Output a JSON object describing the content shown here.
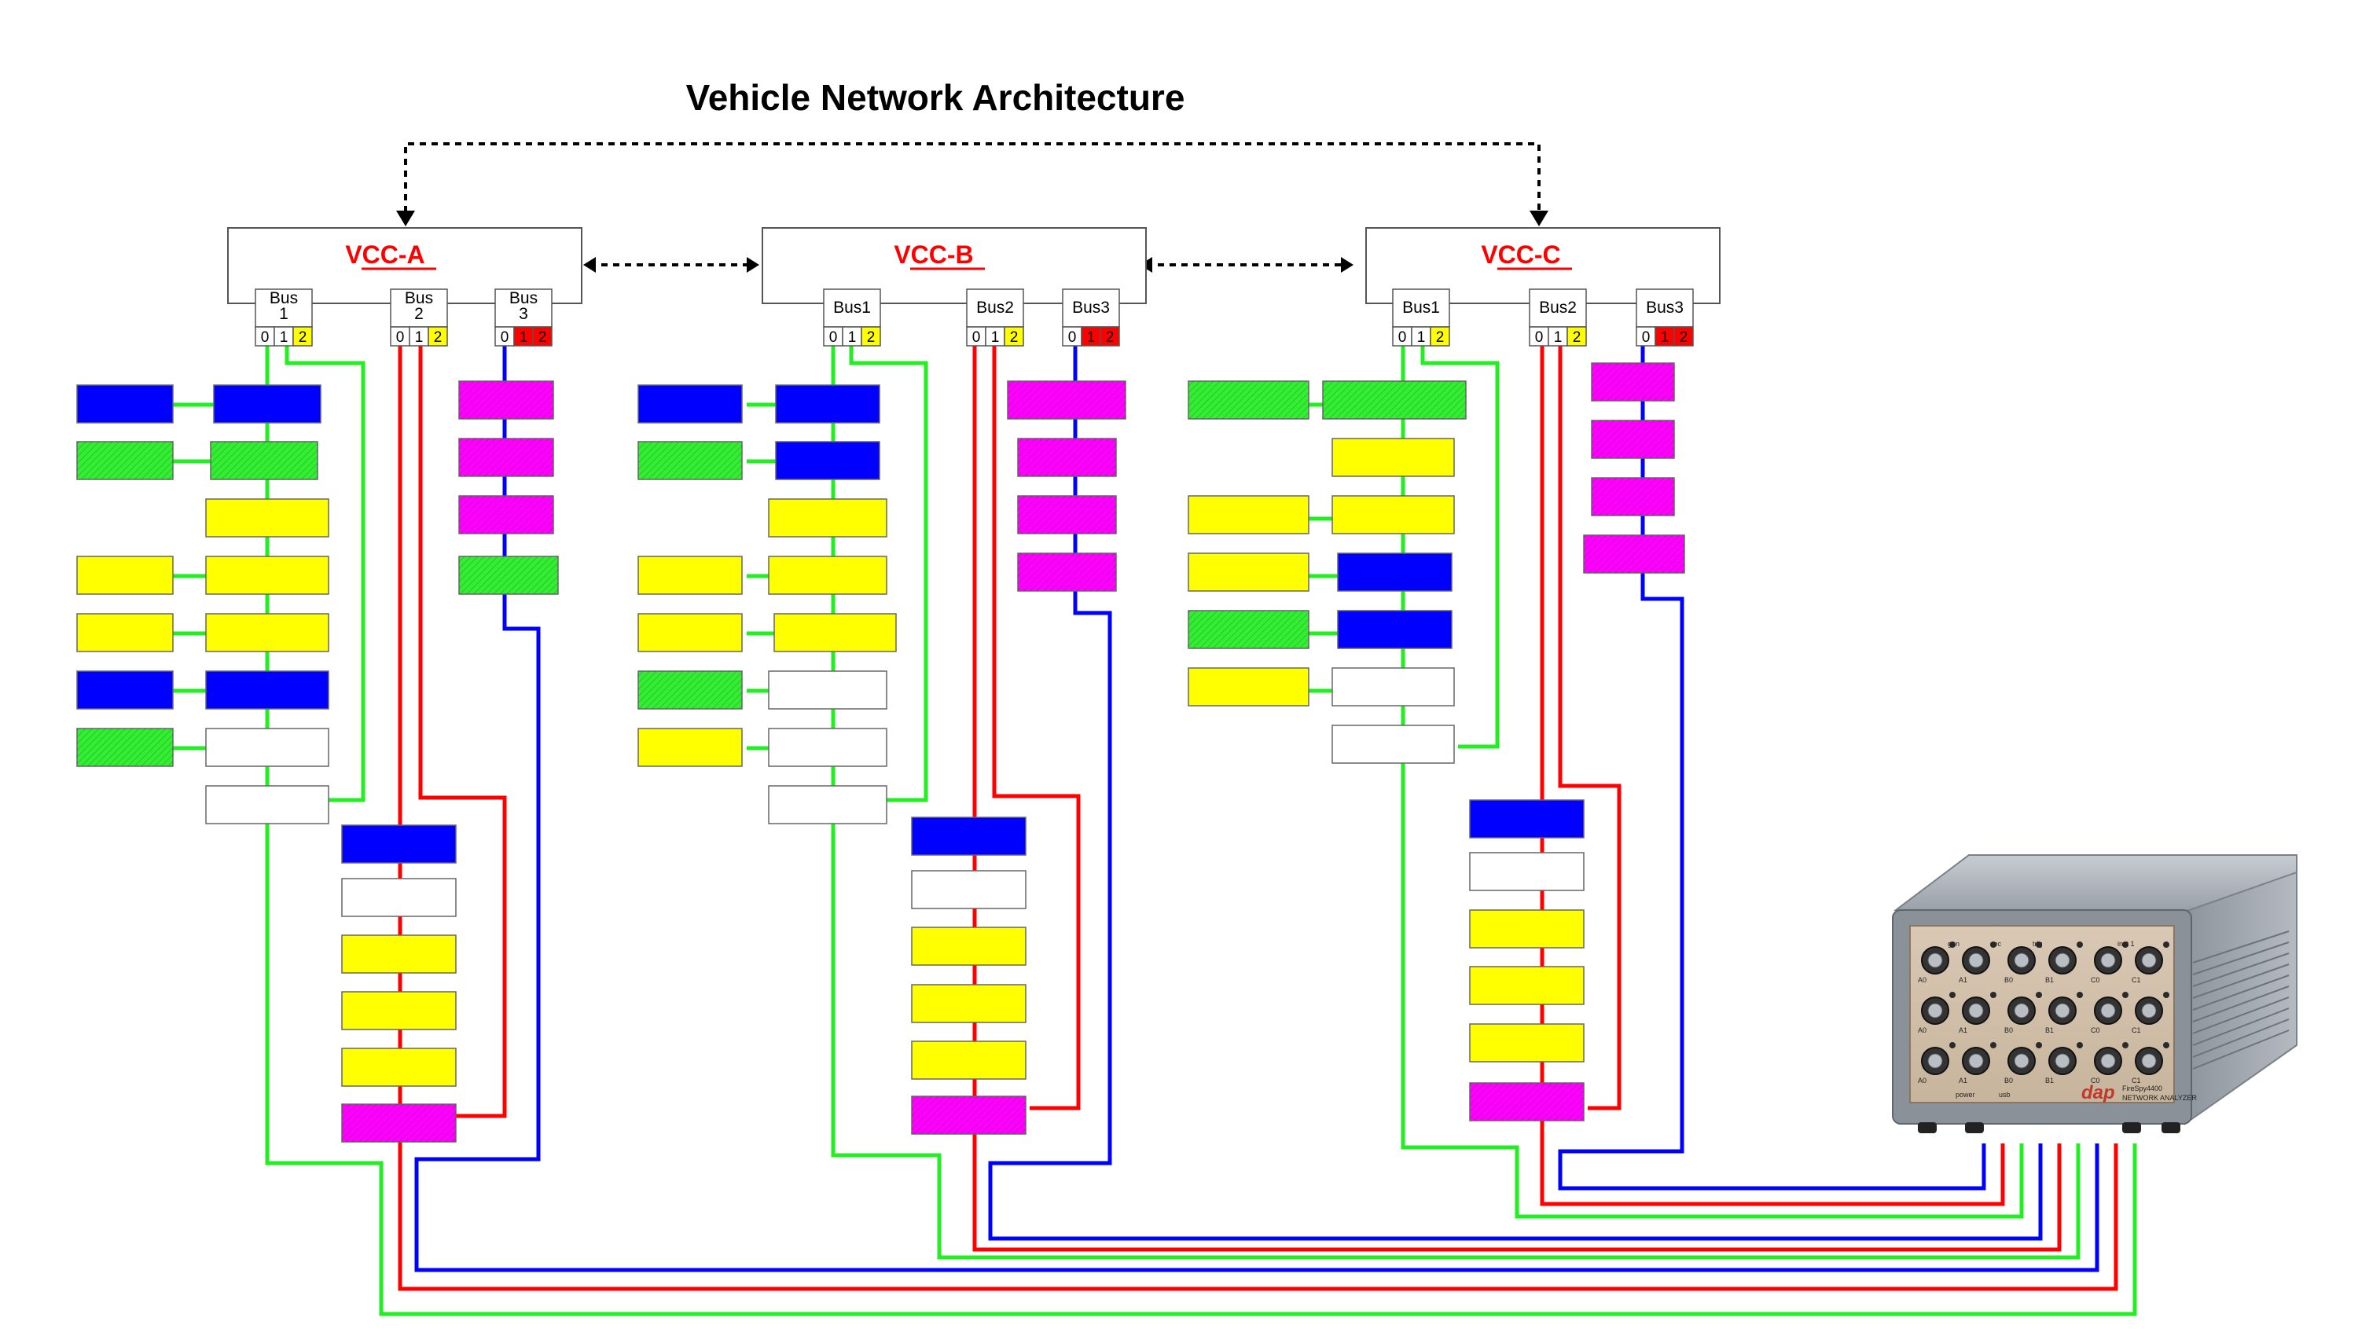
{
  "title": "Vehicle Network Architecture",
  "colors": {
    "blue": "#0000ff",
    "green": "#33ee33",
    "yellow": "#ffff00",
    "magenta": "#ff00ff",
    "white": "#ffffff",
    "red": "#ff0000",
    "wire_green": "#22ee22",
    "wire_red": "#ff0000",
    "wire_blue": "#0000ff"
  },
  "controllers": [
    {
      "id": "vcc-a",
      "label": "VCC-A",
      "buses": [
        {
          "label": "Bus\n1",
          "pins": [
            "0",
            "1",
            "2"
          ],
          "active_pin": "2",
          "active_color": "yellow"
        },
        {
          "label": "Bus\n2",
          "pins": [
            "0",
            "1",
            "2"
          ],
          "active_pin": "2",
          "active_color": "yellow"
        },
        {
          "label": "Bus\n3",
          "pins": [
            "0",
            "1",
            "2"
          ],
          "active_pin": "1,2",
          "active_color": "red"
        }
      ]
    },
    {
      "id": "vcc-b",
      "label": "VCC-B",
      "buses": [
        {
          "label": "Bus1",
          "pins": [
            "0",
            "1",
            "2"
          ],
          "active_pin": "2",
          "active_color": "yellow"
        },
        {
          "label": "Bus2",
          "pins": [
            "0",
            "1",
            "2"
          ],
          "active_pin": "2",
          "active_color": "yellow"
        },
        {
          "label": "Bus3",
          "pins": [
            "0",
            "1",
            "2"
          ],
          "active_pin": "1,2",
          "active_color": "red"
        }
      ]
    },
    {
      "id": "vcc-c",
      "label": "VCC-C",
      "buses": [
        {
          "label": "Bus1",
          "pins": [
            "0",
            "1",
            "2"
          ],
          "active_pin": "2",
          "active_color": "yellow"
        },
        {
          "label": "Bus2",
          "pins": [
            "0",
            "1",
            "2"
          ],
          "active_pin": "2",
          "active_color": "yellow"
        },
        {
          "label": "Bus3",
          "pins": [
            "0",
            "1",
            "2"
          ],
          "active_pin": "1,2",
          "active_color": "red"
        }
      ]
    }
  ],
  "ecus": {
    "a_bus1": [
      "blue",
      "green",
      "yellow",
      "yellow",
      "yellow",
      "blue",
      "white",
      "white"
    ],
    "a_bus1_side": [
      "blue",
      "green",
      null,
      "yellow",
      "yellow",
      "blue",
      "green",
      null
    ],
    "a_bus2": [
      "blue",
      "white",
      "yellow",
      "yellow",
      "yellow",
      "magenta"
    ],
    "a_bus3": [
      "magenta",
      "magenta",
      "magenta",
      "green"
    ],
    "b_bus1": [
      "blue",
      "blue",
      "yellow",
      "yellow",
      "yellow",
      "white",
      "white",
      "white"
    ],
    "b_bus1_side": [
      "blue",
      "green",
      null,
      "yellow",
      "yellow",
      "green",
      "yellow",
      null
    ],
    "b_bus2": [
      "blue",
      "white",
      "yellow",
      "yellow",
      "yellow",
      "magenta"
    ],
    "b_bus3": [
      "magenta",
      "magenta",
      "magenta",
      "magenta"
    ],
    "c_bus1": [
      "green",
      "yellow",
      "yellow",
      "blue",
      "blue",
      "white",
      "white"
    ],
    "c_bus1_side": [
      "green",
      null,
      "yellow",
      "yellow",
      "green",
      "yellow",
      null
    ],
    "c_bus2": [
      "blue",
      "white",
      "yellow",
      "yellow",
      "yellow",
      "magenta"
    ],
    "c_bus3": [
      "magenta",
      "magenta",
      "magenta",
      "magenta"
    ]
  },
  "analyzer": {
    "brand": "dap",
    "model": "FireSpy4400",
    "subtitle": "NETWORK ANALYZER",
    "port_rows": [
      [
        "A0",
        "A1",
        "B0",
        "B1",
        "C0",
        "C1"
      ],
      [
        "A0",
        "A1",
        "B0",
        "B1",
        "C0",
        "C1"
      ],
      [
        "A0",
        "A1",
        "B0",
        "B1",
        "C0",
        "C1"
      ]
    ],
    "port_heads": [
      "gen",
      "sec",
      "trig",
      "",
      "inst 1",
      ""
    ],
    "bottom_labels": [
      "power",
      "usb"
    ]
  }
}
